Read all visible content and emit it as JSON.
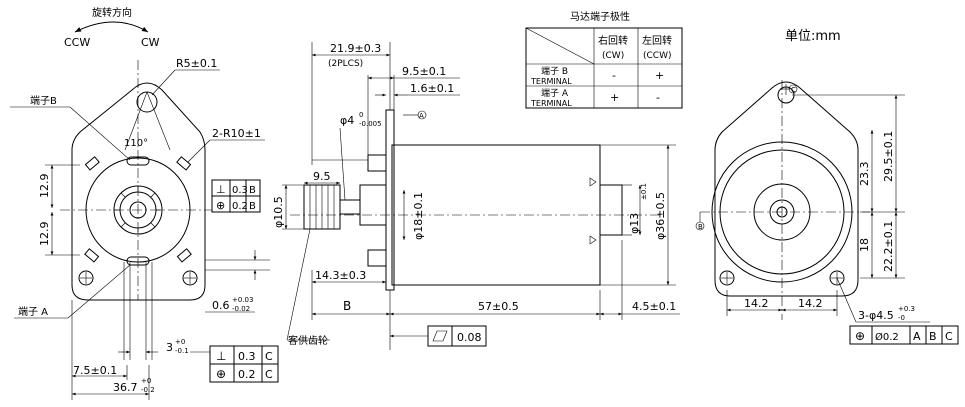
{
  "rotation": {
    "title": "旋转方向",
    "ccw": "CCW",
    "cw": "CW"
  },
  "front": {
    "r5": "R5±0.1",
    "terminal_b": "端子B",
    "angle": "110°",
    "r10": "2-R10±1",
    "dim_129_top": "12.9",
    "dim_129_bot": "12.9",
    "fcf1": {
      "sym": "⊥",
      "val": "0.3",
      "ref": "B"
    },
    "fcf2": {
      "sym": "⊕",
      "val": "0.2",
      "ref": "B"
    },
    "dim_06": "0.6",
    "dim_06_tol_up": "+0.03",
    "dim_06_tol_dn": "-0.02",
    "dim_3": "3",
    "dim_3_tol_up": "+0",
    "dim_3_tol_dn": "-0.1",
    "fcf3": {
      "sym": "⊥",
      "val": "0.3",
      "ref": "C"
    },
    "fcf4": {
      "sym": "⊕",
      "val": "0.2",
      "ref": "C"
    },
    "dim_75": "7.5±0.1",
    "dim_367": "36.7",
    "dim_367_tol_up": "+0",
    "dim_367_tol_dn": "-0.2",
    "terminal_a": "端子 A"
  },
  "side": {
    "dim_219": "21.9±0.3",
    "plcs": "(2PLCS)",
    "dim_95a": "9.5±0.1",
    "dim_16": "1.6±0.1",
    "dim_phi4": "φ4",
    "dim_phi4_tol_up": "0",
    "dim_phi4_tol_dn": "-0.005",
    "datum_a": "A",
    "dim_95b": "9.5",
    "dim_phi105": "φ10.5",
    "dim_phi18": "φ18±0.1",
    "dim_phi13": "φ13",
    "dim_phi13_tol": "±0.1",
    "dim_phi36": "φ36±0.5",
    "dim_143": "14.3±0.3",
    "dim_b": "B",
    "dim_57": "57±0.5",
    "dim_45": "4.5±0.1",
    "gear_note": "客供齿轮",
    "flatness": {
      "sym": "▱",
      "val": "0.08"
    }
  },
  "table": {
    "title": "马达端子极性",
    "col1": "右回转",
    "col1_sub": "(CW)",
    "col2": "左回转",
    "col2_sub": "(CCW)",
    "row1_a": "端子 B",
    "row1_b": "TERMINAL",
    "row1_cw": "-",
    "row1_ccw": "+",
    "row2_a": "端子 A",
    "row2_b": "TERMINAL",
    "row2_cw": "+",
    "row2_ccw": "-"
  },
  "rear": {
    "unit": "单位:mm",
    "datum_c": "C",
    "datum_b": "B",
    "dim_233": "23.3",
    "dim_295": "29.5±0.1",
    "dim_18": "18",
    "dim_222": "22.2±0.1",
    "dim_142a": "14.2",
    "dim_142b": "14.2",
    "holes": "3-φ4.5",
    "holes_tol_up": "+0.3",
    "holes_tol_dn": "-0",
    "fcf": {
      "sym": "⊕",
      "val": "Ø0.2",
      "a": "A",
      "b": "B",
      "c": "C"
    }
  }
}
